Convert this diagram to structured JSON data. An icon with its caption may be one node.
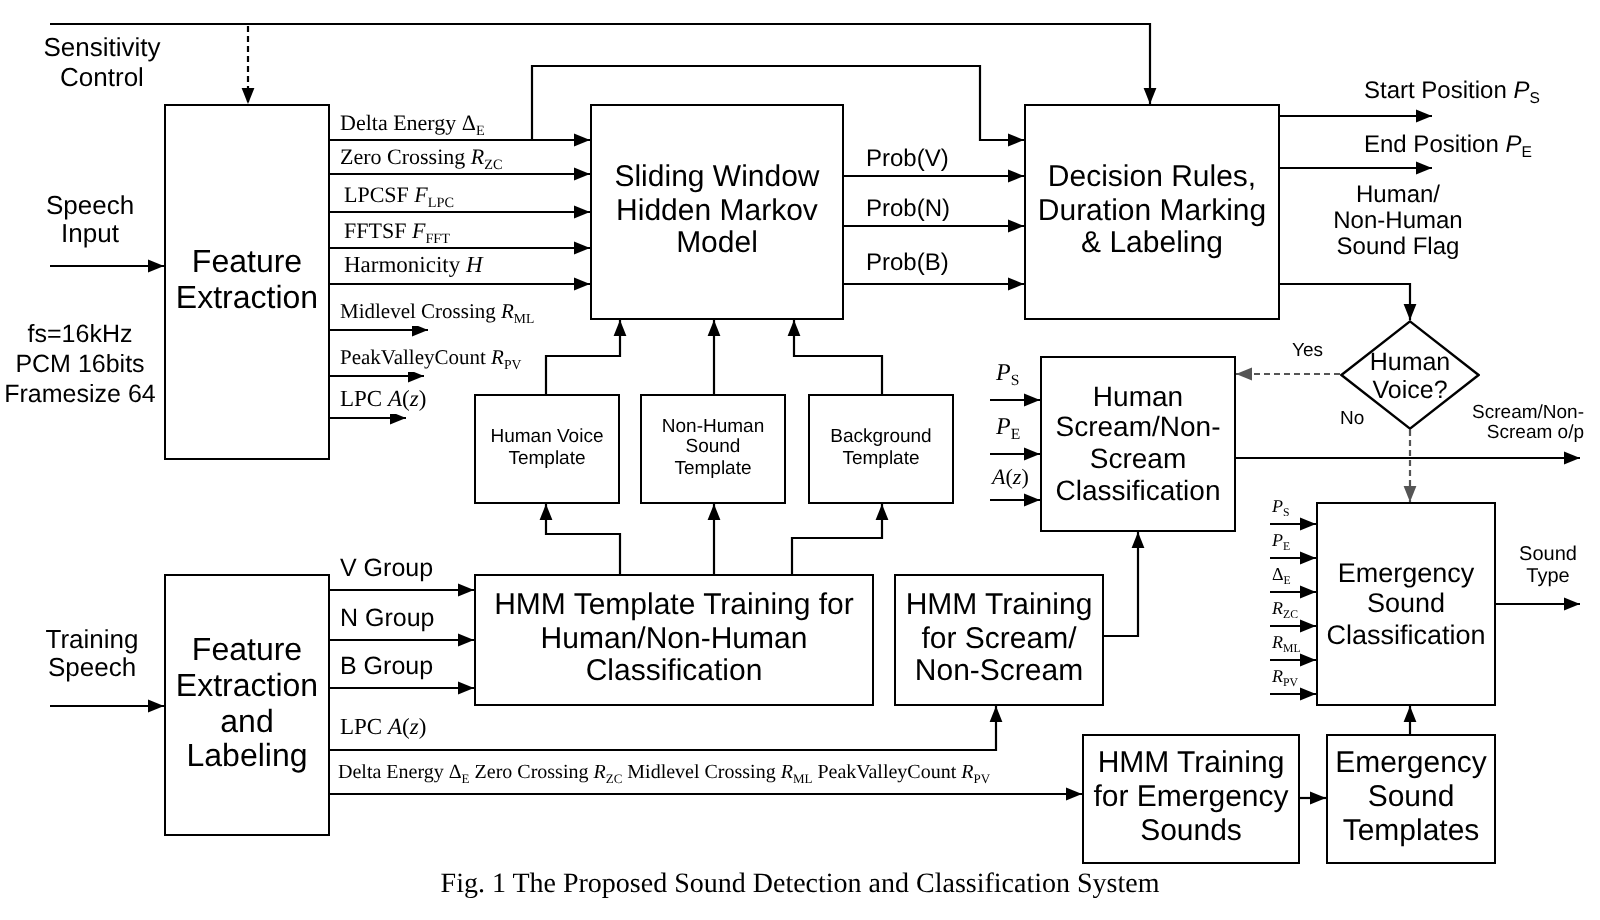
{
  "diagram": {
    "caption": "Fig. 1 The Proposed Sound Detection and Classification System",
    "nodes": [
      {
        "text": [
          "Sensitivity Control"
        ]
      },
      {
        "text": [
          "Feature Extraction"
        ]
      },
      {
        "text": [
          "Sliding Window Hidden Markov Model"
        ]
      },
      {
        "text": [
          "Decision Rules, Duration Marking & Labeling"
        ]
      },
      {
        "text": [
          "Human Voice?"
        ]
      },
      {
        "text": [
          "Human Voice Template"
        ]
      },
      {
        "text": [
          "Non-Human Sound Template"
        ]
      },
      {
        "text": [
          "Background Template"
        ]
      },
      {
        "text": [
          "Human Scream/Non-Scream Classification"
        ]
      },
      {
        "text": [
          "Feature Extraction and Labeling"
        ]
      },
      {
        "text": [
          "HMM Template Training for Human/Non-Human Classification"
        ]
      },
      {
        "text": [
          "HMM Training for Scream/ Non-Scream"
        ]
      },
      {
        "text": [
          "Emergency Sound Classification"
        ]
      },
      {
        "text": [
          "HMM Training for Emergency Sounds"
        ]
      },
      {
        "text": [
          "Emergency Sound Templates"
        ]
      }
    ],
    "edges": [
      {
        "from": 0,
        "to": 3,
        "arrow": "to"
      },
      {
        "from": 0,
        "to": 1,
        "arrow": "to",
        "style": "dashed"
      },
      {
        "from": null,
        "to": 1,
        "arrow": "to",
        "label": "Speech Input"
      },
      {
        "from": 1,
        "to": 2,
        "arrow": "to",
        "label": "Delta Energy Δ$_{E}$"
      },
      {
        "from": 1,
        "to": 3,
        "arrow": "to"
      },
      {
        "from": 1,
        "to": 2,
        "arrow": "to",
        "label": "Zero Crossing *R*$_{ZC}$"
      },
      {
        "from": 1,
        "to": 2,
        "arrow": "to",
        "label": "LPCSF *F*$_{LPC}$"
      },
      {
        "from": 1,
        "to": 2,
        "arrow": "to",
        "label": "FFTSF *F*$_{FFT}$"
      },
      {
        "from": 1,
        "to": 2,
        "arrow": "to",
        "label": "Harmonicity *H*"
      },
      {
        "from": 1,
        "to": null,
        "arrow": "to",
        "label": "Midlevel Crossing *R*$_{ML}$"
      },
      {
        "from": 1,
        "to": null,
        "arrow": "to",
        "label": "PeakValleyCount *R*$_{PV}$"
      },
      {
        "from": 1,
        "to": null,
        "arrow": "to",
        "label": "LPC *A*(*z*)"
      },
      {
        "from": 2,
        "to": 3,
        "arrow": "to",
        "label": "Prob(V)"
      },
      {
        "from": 2,
        "to": 3,
        "arrow": "to",
        "label": "Prob(N)"
      },
      {
        "from": 2,
        "to": 3,
        "arrow": "to",
        "label": "Prob(B)"
      },
      {
        "from": 3,
        "to": null,
        "arrow": "to",
        "label": "Start Position *P*$_{S}$"
      },
      {
        "from": 3,
        "to": null,
        "arrow": "to",
        "label": "End Position *P*$_{E}$"
      },
      {
        "from": 3,
        "to": 4,
        "arrow": "to",
        "label": "Human/ Non-Human Sound Flag"
      },
      {
        "from": 5,
        "to": 2,
        "arrow": "to"
      },
      {
        "from": 6,
        "to": 2,
        "arrow": "to"
      },
      {
        "from": 7,
        "to": 2,
        "arrow": "to"
      },
      {
        "from": 4,
        "to": 8,
        "arrow": "to",
        "label": "Yes",
        "style": "dashed",
        "color": "#555555"
      },
      {
        "from": 4,
        "to": 12,
        "arrow": "to",
        "label": "No",
        "style": "dashed",
        "color": "#555555"
      },
      {
        "from": null,
        "to": 8,
        "arrow": "to",
        "label": "*P*$_{S}$"
      },
      {
        "from": null,
        "to": 8,
        "arrow": "to",
        "label": "*P*$_{E}$"
      },
      {
        "from": null,
        "to": 8,
        "arrow": "to",
        "label": "*A*(*z*)"
      },
      {
        "from": 8,
        "to": null,
        "arrow": "to",
        "label": "Scream/Non-Scream o/p"
      },
      {
        "from": null,
        "to": 9,
        "arrow": "to",
        "label": "Training Speech"
      },
      {
        "from": 9,
        "to": 10,
        "arrow": "to",
        "label": "V Group"
      },
      {
        "from": 9,
        "to": 10,
        "arrow": "to",
        "label": "N Group"
      },
      {
        "from": 9,
        "to": 10,
        "arrow": "to",
        "label": "B Group"
      },
      {
        "from": 10,
        "to": 5,
        "arrow": "to"
      },
      {
        "from": 10,
        "to": 6,
        "arrow": "to"
      },
      {
        "from": 10,
        "to": 7,
        "arrow": "to"
      },
      {
        "from": 9,
        "to": 11,
        "arrow": "to",
        "label": "LPC *A*(*z*)"
      },
      {
        "from": 9,
        "to": 13,
        "arrow": "to",
        "label": "Delta Energy Δ$_{E}$  Zero Crossing *R*$_{ZC}$  Midlevel Crossing *R*$_{ML}$  PeakValleyCount *R*$_{PV}$"
      },
      {
        "from": 11,
        "to": 8,
        "arrow": "to"
      },
      {
        "from": null,
        "to": 12,
        "arrow": "to",
        "label": "*P*$_{S}$"
      },
      {
        "from": null,
        "to": 12,
        "arrow": "to",
        "label": "*P*$_{E}$"
      },
      {
        "from": null,
        "to": 12,
        "arrow": "to",
        "label": "Δ$_{E}$"
      },
      {
        "from": null,
        "to": 12,
        "arrow": "to",
        "label": "*R*$_{ZC}$"
      },
      {
        "from": null,
        "to": 12,
        "arrow": "to",
        "label": "*R*$_{ML}$"
      },
      {
        "from": null,
        "to": 12,
        "arrow": "to",
        "label": "*R*$_{PV}$"
      },
      {
        "from": 12,
        "to": null,
        "arrow": "to",
        "label": "Sound Type"
      },
      {
        "from": 13,
        "to": 14,
        "arrow": "to"
      },
      {
        "from": 14,
        "to": 12,
        "arrow": "to"
      }
    ],
    "labels": [
      "fs=16kHz PCM 16bits Framesize 64"
    ]
  }
}
